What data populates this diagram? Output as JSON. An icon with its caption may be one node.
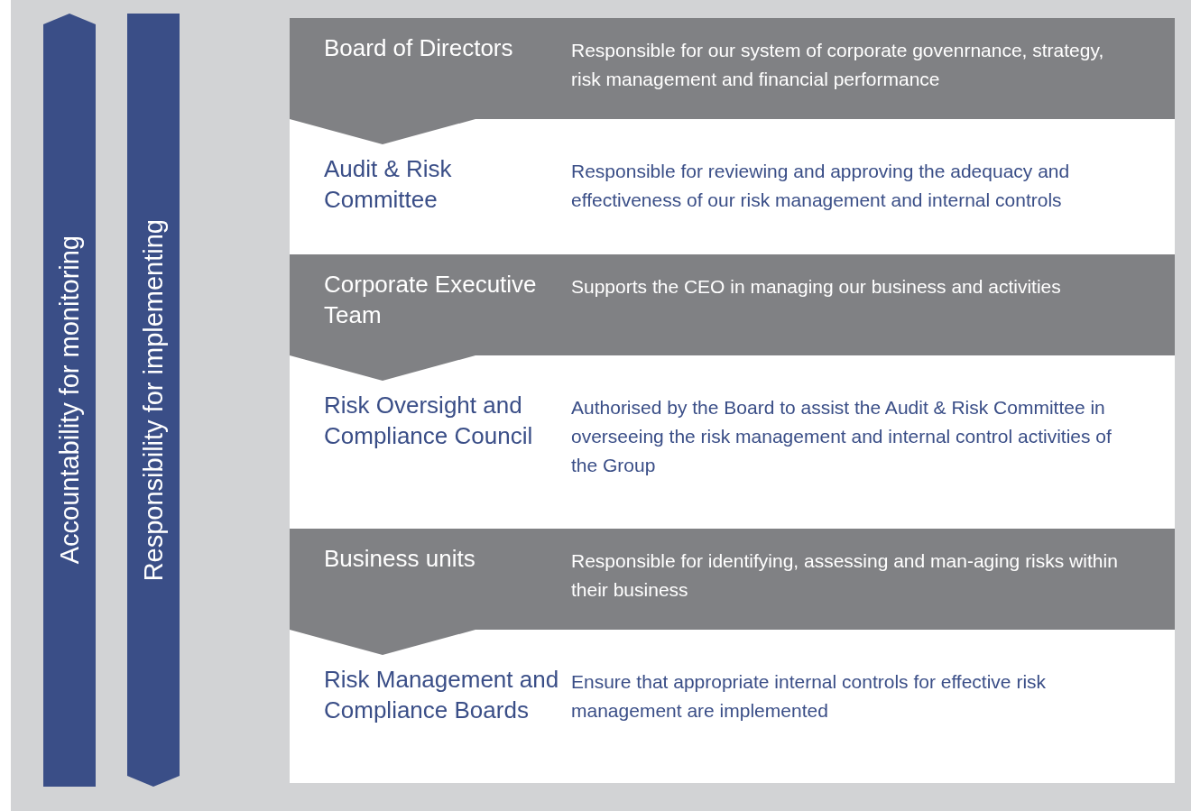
{
  "diagram": {
    "nodes": [
      {
        "text": [
          "Board of Directors",
          "Responsible for our system of corporate govenrnance, strategy, risk management and financial performance"
        ]
      },
      {
        "text": [
          "Audit & Risk Committee",
          "Responsible for reviewing and approving the adequacy and effectiveness of our risk management and internal controls"
        ]
      },
      {
        "text": [
          "Corporate Executive Team",
          "Supports the CEO in managing our business and activities"
        ]
      },
      {
        "text": [
          "Risk Oversight and Compliance Council",
          "Authorised by the Board to assist the Audit & Risk Committee in overseeing the risk management and internal control activities of the Group"
        ]
      },
      {
        "text": [
          "Business units",
          "Responsible for identifying, assessing and man-aging risks within their business"
        ]
      },
      {
        "text": [
          "Risk Management and Compliance Boards",
          "Ensure that appropriate internal controls for effective risk management are implemented"
        ]
      },
      {
        "text": [
          "Accountability for monitoring"
        ]
      },
      {
        "text": [
          "Responsibility for implementing"
        ]
      }
    ],
    "edges": [
      {
        "from": 0,
        "to": 1,
        "arrow": "to"
      },
      {
        "from": 2,
        "to": 3,
        "arrow": "to"
      },
      {
        "from": 4,
        "to": 5,
        "arrow": "to"
      }
    ]
  }
}
